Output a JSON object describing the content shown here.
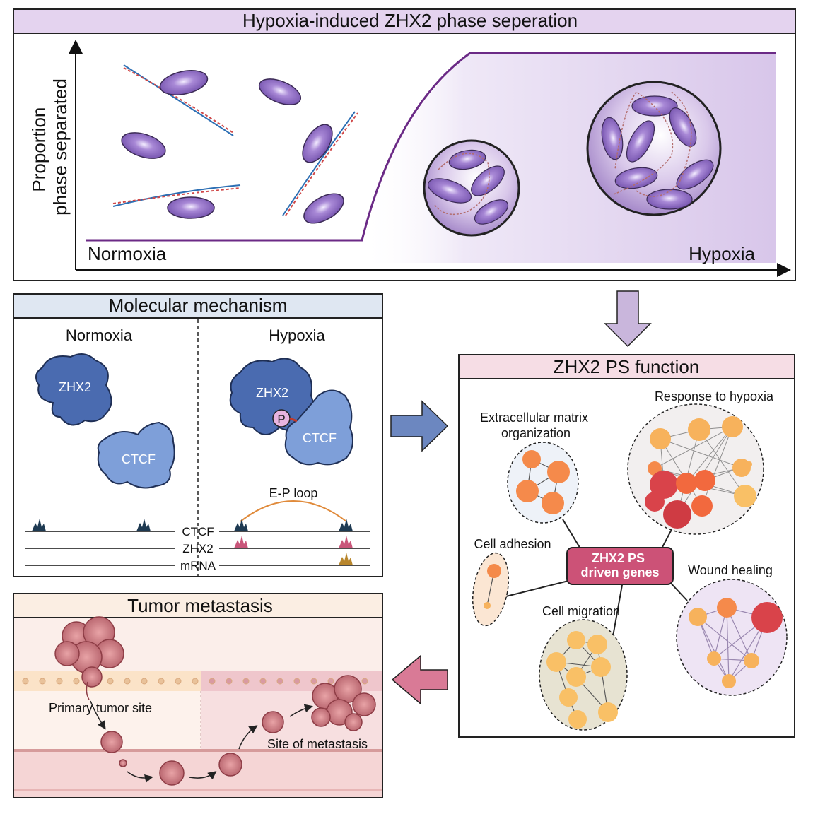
{
  "top_panel": {
    "title": "Hypoxia-induced ZHX2 phase seperation",
    "y_axis_label_line1": "Proportion",
    "y_axis_label_line2": "phase separated",
    "left_label": "Normoxia",
    "right_label": "Hypoxia"
  },
  "molecular_panel": {
    "title": "Molecular mechanism",
    "left_heading": "Normoxia",
    "right_heading": "Hypoxia",
    "zhx2_label": "ZHX2",
    "ctcf_label": "CTCF",
    "phospho_label": "P",
    "loop_label": "E-P loop",
    "track_labels": [
      "CTCF",
      "ZHX2",
      "mRNA"
    ]
  },
  "function_panel": {
    "title": "ZHX2 PS function",
    "center_line1": "ZHX2 PS",
    "center_line2": "driven genes",
    "clusters": {
      "ecm_line1": "Extracellular matrix",
      "ecm_line2": "organization",
      "hypoxia": "Response to hypoxia",
      "adhesion": "Cell adhesion",
      "wound": "Wound healing",
      "migration": "Cell migration"
    }
  },
  "metastasis_panel": {
    "title": "Tumor metastasis",
    "primary_label": "Primary tumor site",
    "metastasis_label": "Site of metastasis"
  },
  "colors": {
    "purple_header": "#e4d3ef",
    "blue_header": "#dfe7f2",
    "pink_header": "#f6dde5",
    "peach_header": "#fbeee3",
    "curve": "#6b2a86",
    "zhx2": "#4a6bb0",
    "ctcf": "#7e9fd9",
    "center_box": "#cc5277",
    "arrow_purple": "#c9b6dc",
    "arrow_blue": "#6c87c0",
    "arrow_pink": "#d97a96"
  }
}
